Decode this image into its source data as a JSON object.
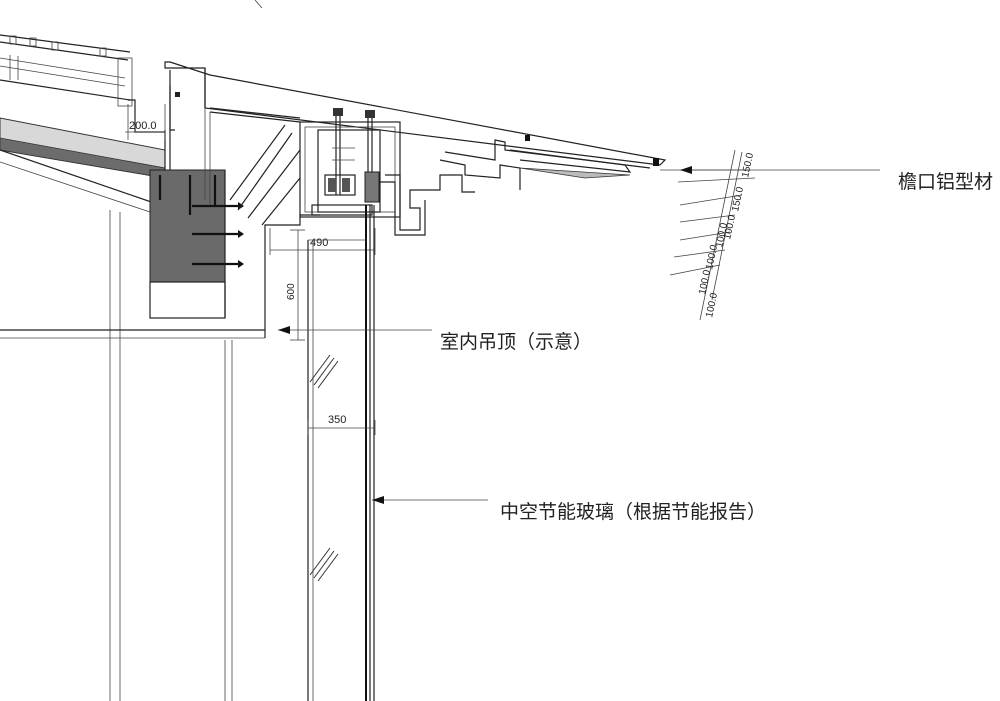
{
  "annotations": {
    "eave_profile": "檐口铝型材",
    "ceiling": "室内吊顶（示意）",
    "glass": "中空节能玻璃（根据节能报告）"
  },
  "dimensions": {
    "d200": "200.0",
    "d490": "490",
    "d600": "600",
    "d350": "350",
    "d150a": "150.0",
    "d150b": "150.0",
    "d100a": "100.0",
    "d100b": "100.0",
    "d100c": "100.0",
    "d100d": "100.0",
    "d100e": "100.0"
  }
}
